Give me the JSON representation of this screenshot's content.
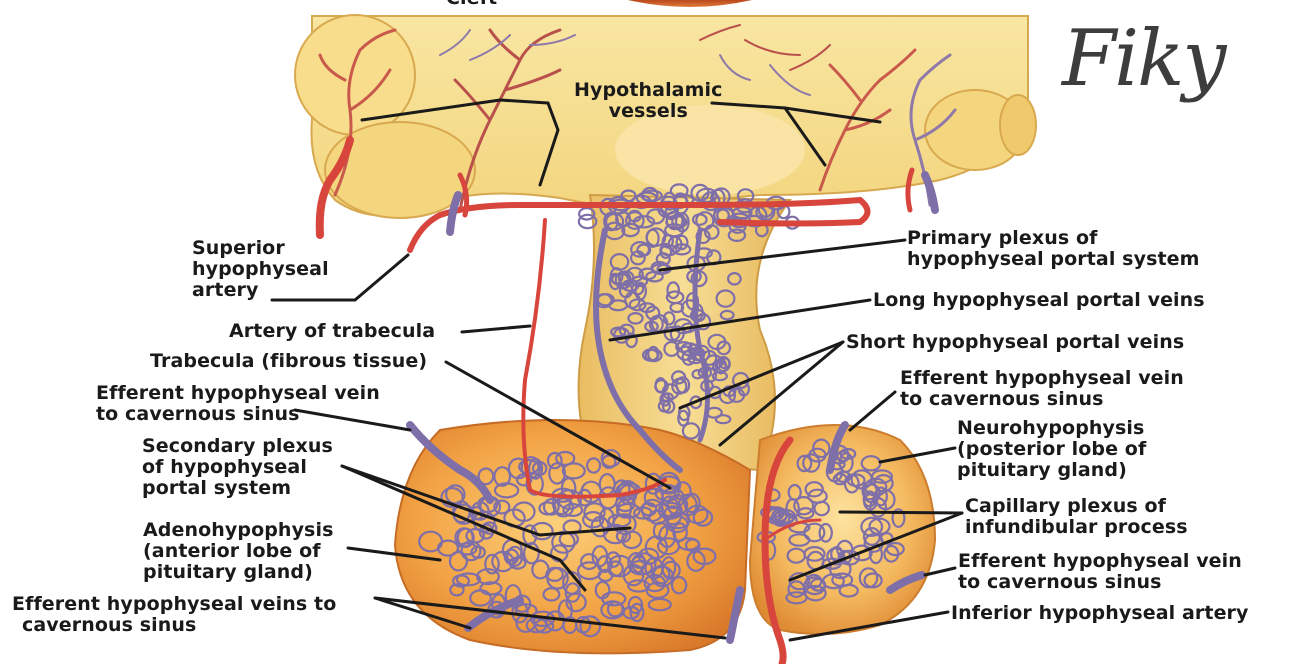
{
  "labels": {
    "cleft": "Cleft",
    "hypothalamic": [
      "Hypothalamic",
      "vessels"
    ],
    "superior": [
      "Superior",
      "hypophyseal",
      "artery"
    ],
    "artery_trabecula": "Artery of trabecula",
    "trabecula": "Trabecula (fibrous tissue)",
    "efferent_left_top": [
      "Efferent hypophyseal vein",
      "to cavernous sinus"
    ],
    "secondary": [
      "Secondary plexus",
      "of hypophyseal",
      "portal system"
    ],
    "adeno": [
      "Adenohypophysis",
      "(anterior lobe of",
      "pituitary gland)"
    ],
    "efferent_bottom_left": [
      "Efferent hypophyseal veins to",
      "cavernous sinus"
    ],
    "primary": [
      "Primary plexus of",
      "hypophyseal portal system"
    ],
    "long": "Long hypophyseal portal veins",
    "short": "Short hypophyseal portal veins",
    "efferent_right_top": [
      "Efferent hypophyseal vein",
      "to cavernous sinus"
    ],
    "neuro": [
      "Neurohypophysis",
      "(posterior lobe of",
      "pituitary gland)"
    ],
    "capillary": [
      "Capillary plexus of",
      "infundibular process"
    ],
    "efferent_right_bottom": [
      "Efferent hypophyseal vein",
      "to cavernous sinus"
    ],
    "inferior": "Inferior hypophyseal artery"
  },
  "signature": "Fiky",
  "colors": {
    "tissue": "#f5dc86",
    "tissue_edge": "#d9a94f",
    "gland": "#ee9a38",
    "artery": "#d8453c",
    "vein": "#7f6fa8",
    "leader": "#1a1a1a"
  }
}
